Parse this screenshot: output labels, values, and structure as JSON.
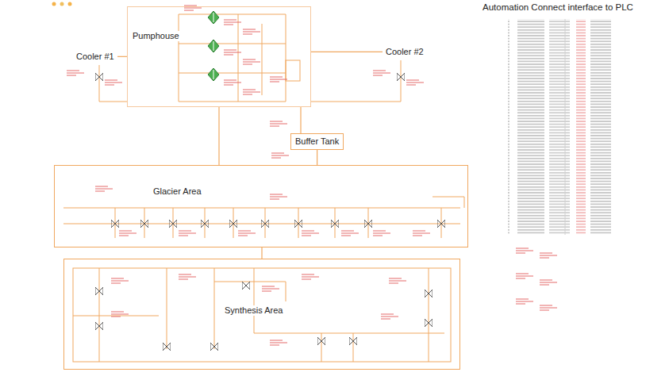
{
  "diagram": {
    "nodes": [
      {
        "text": [
          "Pumphouse"
        ]
      },
      {
        "text": [
          "Cooler #1"
        ]
      },
      {
        "text": [
          "Cooler #2"
        ]
      },
      {
        "text": [
          "Buffer Tank"
        ]
      },
      {
        "text": [
          "Glacier Area"
        ]
      },
      {
        "text": [
          "Synthesis Area"
        ]
      },
      {
        "text": [
          "Automation Connect interface to PLC"
        ]
      }
    ],
    "edges": [
      {
        "from": 0,
        "to": 1,
        "arrow": "none"
      },
      {
        "from": 0,
        "to": 2,
        "arrow": "none"
      },
      {
        "from": 0,
        "to": 3,
        "arrow": "none"
      },
      {
        "from": 3,
        "to": 4,
        "arrow": "none"
      },
      {
        "from": 0,
        "to": 4,
        "arrow": "none"
      },
      {
        "from": 4,
        "to": 5,
        "arrow": "none"
      }
    ]
  }
}
